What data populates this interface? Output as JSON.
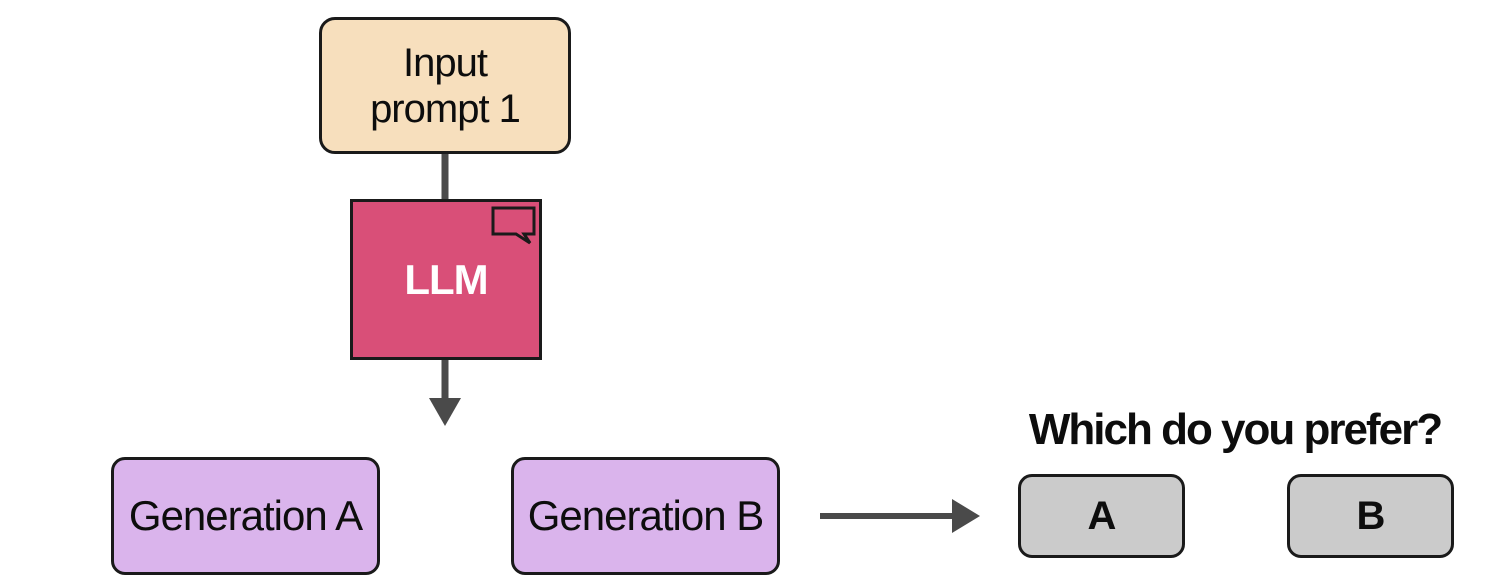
{
  "prompt": {
    "label": "Input\nprompt 1"
  },
  "model": {
    "label": "LLM",
    "icon": "chat-bubble-icon"
  },
  "generations": [
    {
      "label": "Generation A"
    },
    {
      "label": "Generation B"
    }
  ],
  "preference": {
    "question": "Which do you prefer?",
    "options": [
      {
        "label": "A"
      },
      {
        "label": "B"
      }
    ]
  },
  "colors": {
    "prompt_fill": "#f7dfbd",
    "llm_fill": "#d94f78",
    "generation_fill": "#dab4ec",
    "option_fill": "#cbcbcb",
    "connector": "#4a4a4a"
  }
}
